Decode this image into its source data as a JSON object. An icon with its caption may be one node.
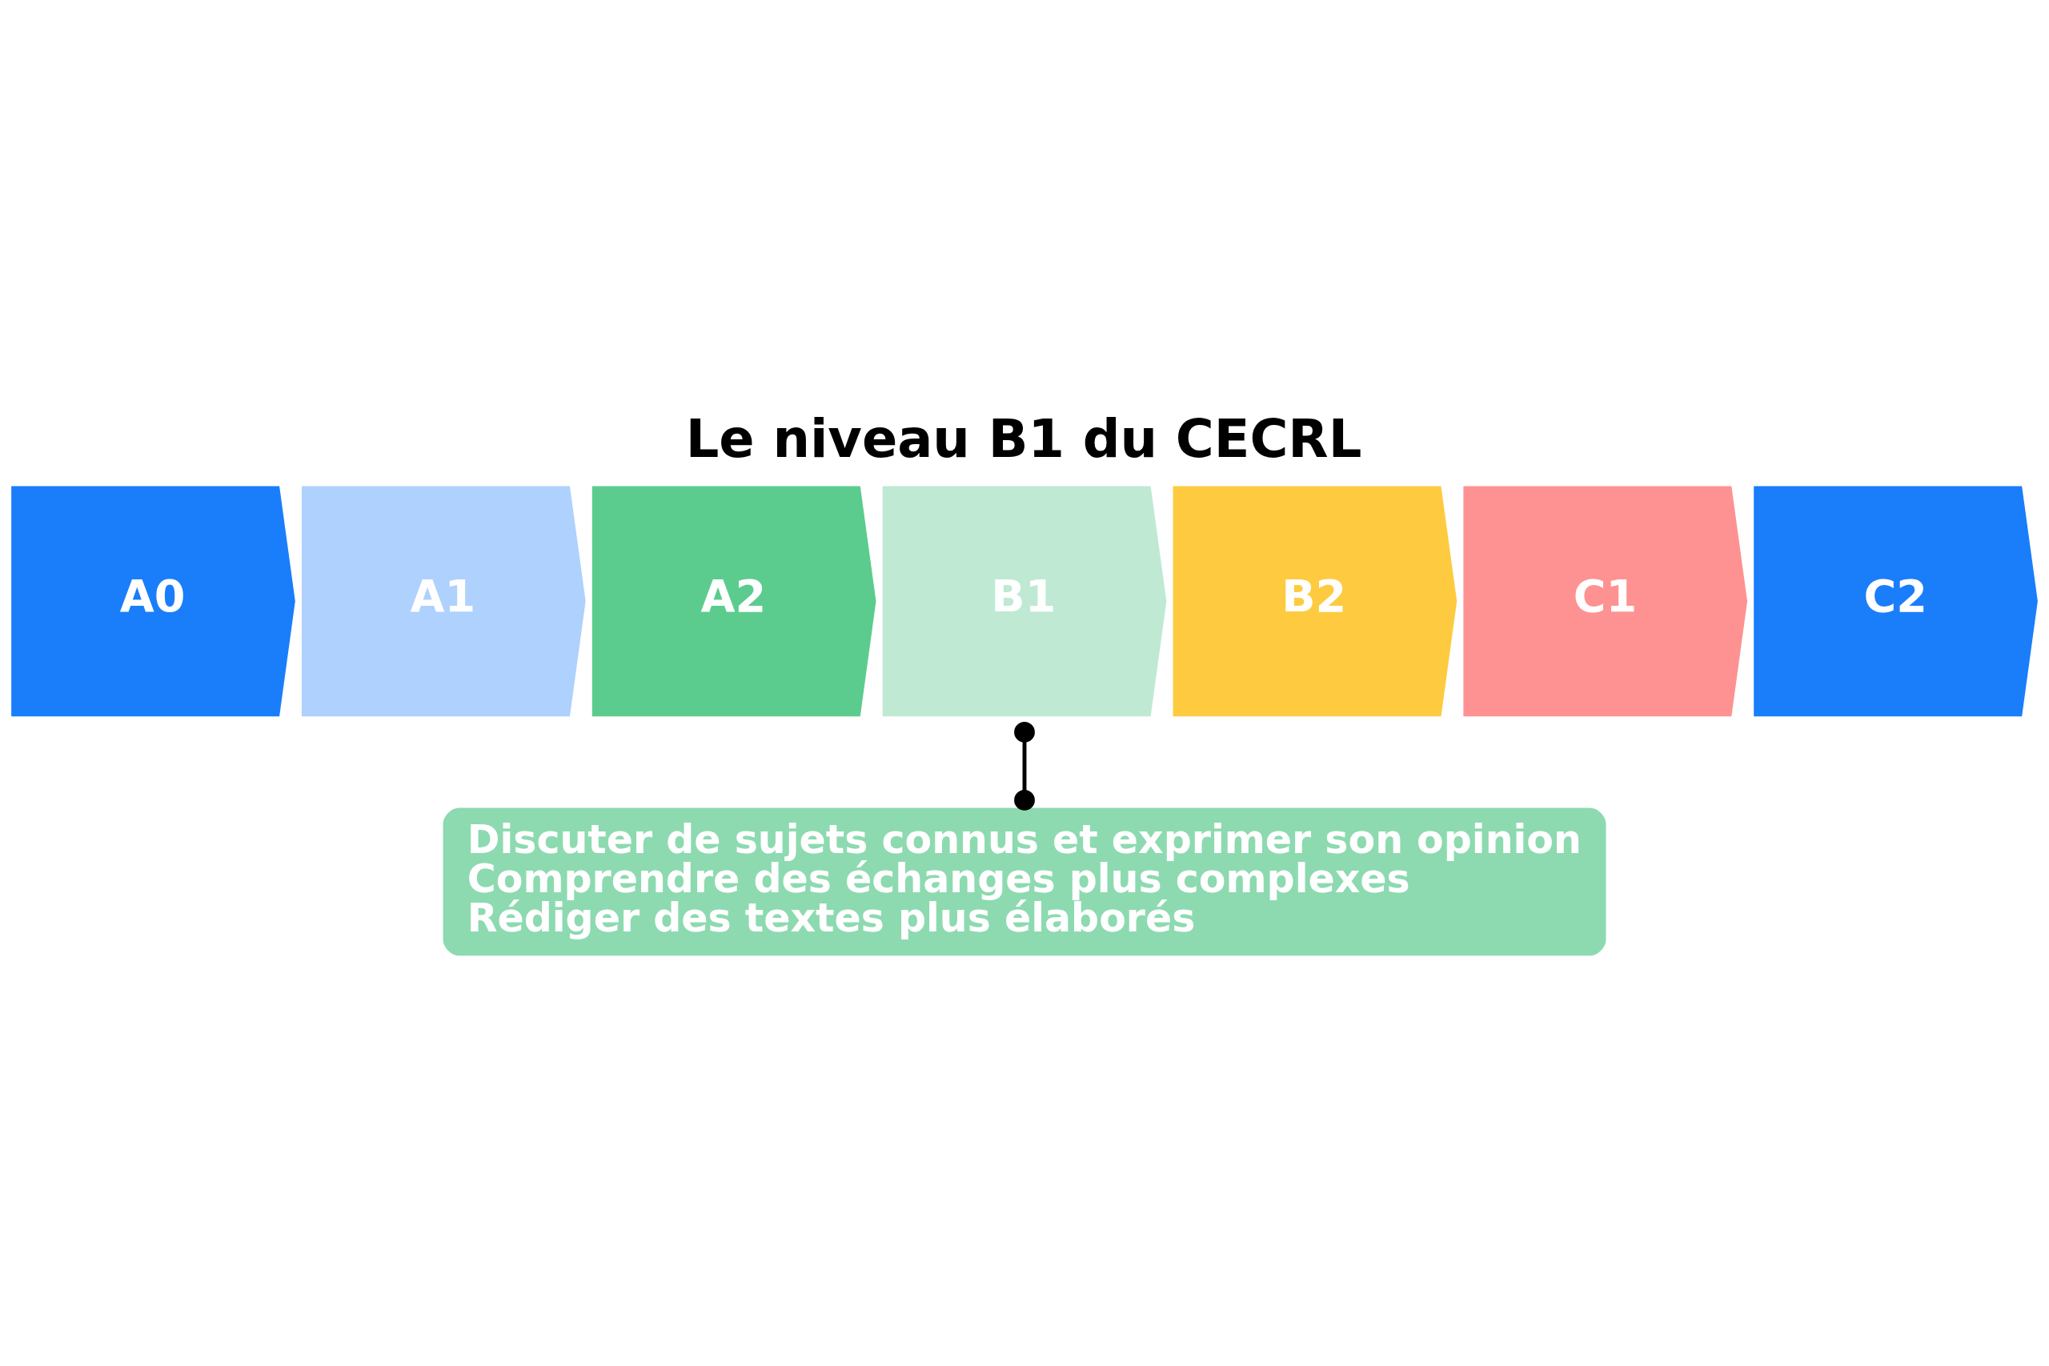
{
  "diagram": {
    "title": "Le niveau B1 du CECRL",
    "nodes": [
      {
        "text": [
          "A0"
        ]
      },
      {
        "text": [
          "A1"
        ]
      },
      {
        "text": [
          "A2"
        ]
      },
      {
        "text": [
          "B1"
        ]
      },
      {
        "text": [
          "B2"
        ]
      },
      {
        "text": [
          "C1"
        ]
      },
      {
        "text": [
          "C2"
        ]
      },
      {
        "text": [
          "Discuter de sujets connus et exprimer son opinion",
          "Comprendre des échanges plus complexes",
          "Rédiger des textes plus élaborés"
        ]
      }
    ],
    "edges": [
      {
        "from": 7,
        "to": 3,
        "arrow": "other"
      }
    ]
  }
}
